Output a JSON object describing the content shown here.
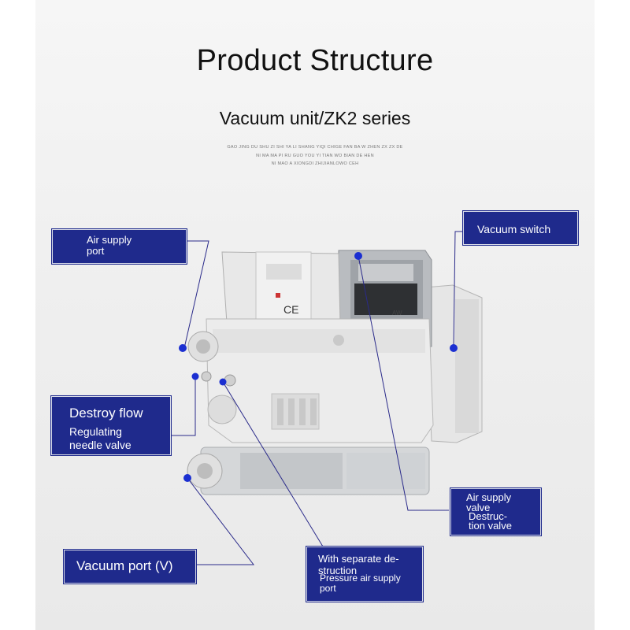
{
  "header": {
    "title": "Product Structure",
    "subtitle": "Vacuum unit/ZK2 series",
    "fine_print": [
      "GAO JING DU SHU ZI SHI YA LI SHANG YIQI CHIGE FAN BA W ZHEN ZX ZX DE",
      "NI MA MA PI  RU GUO  YOU YI TIAN WO BIAN DE HEN",
      "NI MAO A XIONGDI ZHIJIANLOWO CEH"
    ]
  },
  "product": {
    "ce_mark": "CE",
    "switch_marking": "AW"
  },
  "callouts": {
    "air_supply_port": {
      "line1": "Air supply",
      "line2": "port"
    },
    "vacuum_switch": {
      "line1": "Vacuum switch"
    },
    "destroy_flow": {
      "line1": "Destroy flow",
      "line2": "Regulating",
      "line3": "needle valve"
    },
    "air_supply_valve": {
      "line1": "Air supply",
      "line2": "valve",
      "line3": "Destruc-",
      "line4": "tion valve"
    },
    "vacuum_port": {
      "line1": "Vacuum port (V)"
    },
    "separate_port": {
      "line1": "With separate de-",
      "line2": "struction",
      "line3": "Pressure air supply",
      "line4": "port"
    }
  },
  "colors": {
    "label_bg": "#1f2a8c",
    "label_text": "#ffffff",
    "leader_line": "#2a2a8a",
    "marker": "#1b2fd1"
  }
}
